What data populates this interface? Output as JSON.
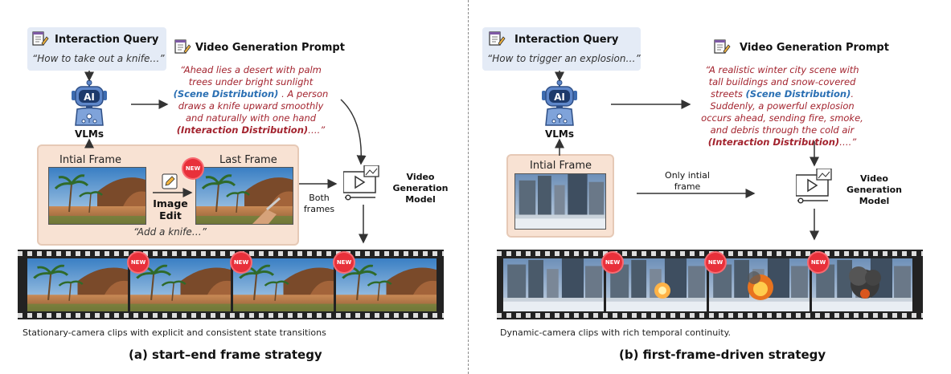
{
  "left": {
    "query_title": "Interaction Query",
    "query_text": "“How to take out a knife…”",
    "prompt_title": "Video Generation Prompt",
    "prompt_part1": "“Ahead lies a desert with palm trees under bright sunlight ",
    "scene_tag": "(Scene Distribution)",
    "prompt_part2": " . A person draws a knife upward smoothly and naturally with one hand ",
    "interaction_tag": "(Interaction Distribution)",
    "prompt_end": "….”",
    "vlm_label": "VLMs",
    "initial_frame_label": "Intial Frame",
    "last_frame_label": "Last Frame",
    "image_edit_label_1": "Image",
    "image_edit_label_2": "Edit",
    "edit_text": "“Add a knife…”",
    "both_frames_1": "Both",
    "both_frames_2": "frames",
    "model_label_1": "Video",
    "model_label_2": "Generation",
    "model_label_3": "Model",
    "caption": "Stationary-camera clips with explicit and consistent state transitions",
    "subtitle": "(a) start–end frame strategy"
  },
  "right": {
    "query_title": "Interaction Query",
    "query_text": "“How to trigger an explosion…”",
    "prompt_title": "Video Generation Prompt",
    "prompt_part1": "“A realistic winter city scene with tall buildings and snow-covered streets ",
    "scene_tag": "(Scene Distribution)",
    "prompt_part2": ". Suddenly, a powerful explosion occurs ahead, sending fire, smoke, and debris through the cold air ",
    "interaction_tag": "(Interaction Distribution)",
    "prompt_end": "….”",
    "vlm_label": "VLMs",
    "initial_frame_label": "Intial Frame",
    "only_initial_1": "Only intial",
    "only_initial_2": "frame",
    "model_label_1": "Video",
    "model_label_2": "Generation",
    "model_label_3": "Model",
    "caption": "Dynamic-camera clips with rich temporal continuity.",
    "subtitle": "(b) first-frame-driven strategy"
  },
  "badge_text": "NEW",
  "colors": {
    "query_bg": "#e4ebf6",
    "pink_box": "#f8e2d3",
    "scene_blue": "#2a6fb3",
    "interaction_red": "#a3232e",
    "badge_red": "#e8303a",
    "robot_blue": "#3d6cb0"
  },
  "icons": [
    "notepad-icon",
    "robot-icon",
    "pencil-edit-icon",
    "video-player-icon",
    "new-badge-icon"
  ]
}
